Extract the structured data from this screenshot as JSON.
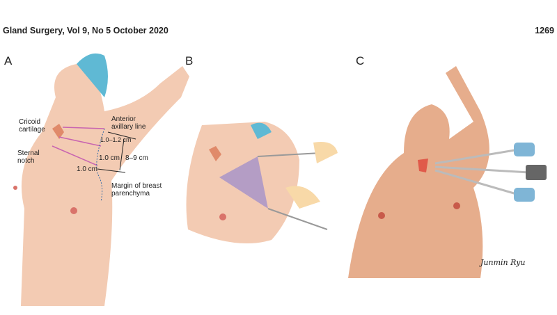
{
  "header": {
    "journal": "Gland Surgery, Vol 9, No 5 October 2020",
    "page_number": "1269"
  },
  "panels": [
    {
      "letter": "A",
      "labels": {
        "cricoid": "Cricoid cartilage",
        "sternal": "Sternal notch",
        "axillary": "Anterior axillary line",
        "dist1": "1.0–1.2 cm",
        "dist2": "1.0 cm",
        "dist3": "1.0 cm",
        "span": "8–9 cm",
        "margin": "Margin of breast parenchyma"
      }
    },
    {
      "letter": "B"
    },
    {
      "letter": "C",
      "signature": "Junmin Ryu"
    }
  ]
}
